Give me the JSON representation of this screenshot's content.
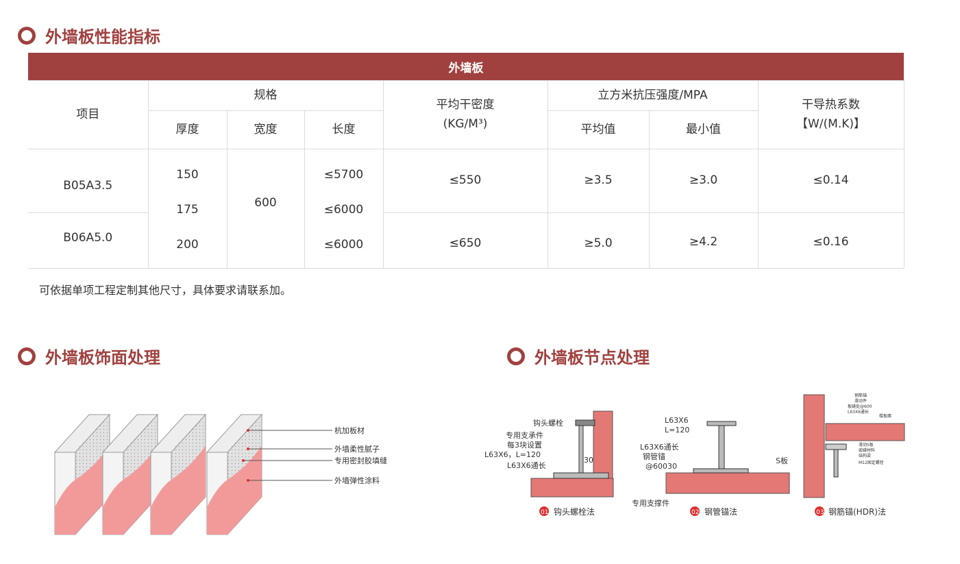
{
  "sections": {
    "performance": "外墙板性能指标",
    "finish": "外墙板饰面处理",
    "joint": "外墙板节点处理"
  },
  "table": {
    "band": "外墙板",
    "h_item": "项目",
    "h_spec": "规格",
    "h_thickness": "厚度",
    "h_width": "宽度",
    "h_length": "长度",
    "h_density": "平均干密度",
    "h_density_unit": "(KG/M³)",
    "h_strength": "立方米抗压强度/MPA",
    "h_avg": "平均值",
    "h_min": "最小值",
    "h_thermal": "干导热系数",
    "h_thermal_unit": "【W/(M.K)】",
    "rows": [
      {
        "model": "B05A3.5",
        "t1": "150",
        "t2": "175",
        "width": "600",
        "l1": "≤5700",
        "l2": "≤6000",
        "density": "≤550",
        "avg": "≥3.5",
        "min": "≥3.0",
        "thermal": "≤0.14"
      },
      {
        "model": "B06A5.0",
        "t1": "200",
        "l1": "≤6000",
        "density": "≤650",
        "avg": "≥5.0",
        "min": "≥4.2",
        "thermal": "≤0.16"
      }
    ]
  },
  "note": "可依据单项工程定制其他尺寸，具体要求请联系加。",
  "finish_labels": [
    "杭加板材",
    "外墙柔性腻子",
    "专用密封胶填缝",
    "外墙弹性涂料"
  ],
  "joint": {
    "d1_labels": [
      "钩头螺栓",
      "专用支承件",
      "每3块设置",
      "L63X6，L=120",
      "L63X6通长",
      "30"
    ],
    "d1_caption": "钩头螺栓法",
    "d2_labels": [
      "L63X6",
      "L=120",
      "L63X6通长",
      "钢管锚",
      "@600",
      "30",
      "S板",
      "专用支撑件"
    ],
    "d2_caption": "钢管锚法",
    "d3_labels": [
      "钢筋锚",
      "滑动件",
      "板缝处@600",
      "L63X6通长",
      "楼板面",
      "滑动S板",
      "嵌缝材料",
      "结构梁",
      "M12固定螺栓"
    ],
    "d3_caption": "钢筋锚(HDR)法",
    "n1": "01",
    "n2": "02",
    "n3": "03"
  },
  "colors": {
    "accent": "#a0413f",
    "panel_pink": "#f29a9a",
    "wall_red": "#e47874"
  }
}
